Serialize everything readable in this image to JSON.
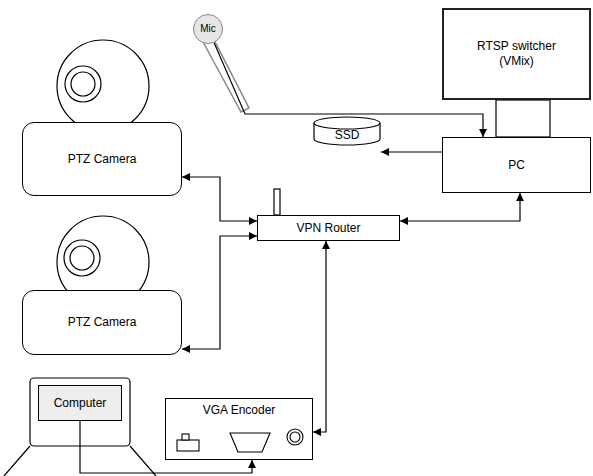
{
  "diagram": {
    "nodes": [
      {
        "text": [
          "Mic"
        ]
      },
      {
        "text": [
          "RTSP switcher (VMix)"
        ]
      },
      {
        "text": [
          "PTZ Camera"
        ]
      },
      {
        "text": [
          "SSD"
        ]
      },
      {
        "text": [
          "PC"
        ]
      },
      {
        "text": [
          "VPN Router"
        ]
      },
      {
        "text": [
          "PTZ Camera"
        ]
      },
      {
        "text": [
          "Computer"
        ]
      },
      {
        "text": [
          "VGA Encoder"
        ]
      }
    ],
    "edges": [
      {
        "from": 0,
        "to": 4,
        "arrow": "to"
      },
      {
        "from": 4,
        "to": 3,
        "arrow": "to"
      },
      {
        "from": 2,
        "to": 5,
        "arrow": "both"
      },
      {
        "from": 6,
        "to": 5,
        "arrow": "both"
      },
      {
        "from": 5,
        "to": 4,
        "arrow": "both"
      },
      {
        "from": 8,
        "to": 5,
        "arrow": "both"
      },
      {
        "from": 7,
        "to": 8,
        "arrow": "to"
      }
    ]
  }
}
